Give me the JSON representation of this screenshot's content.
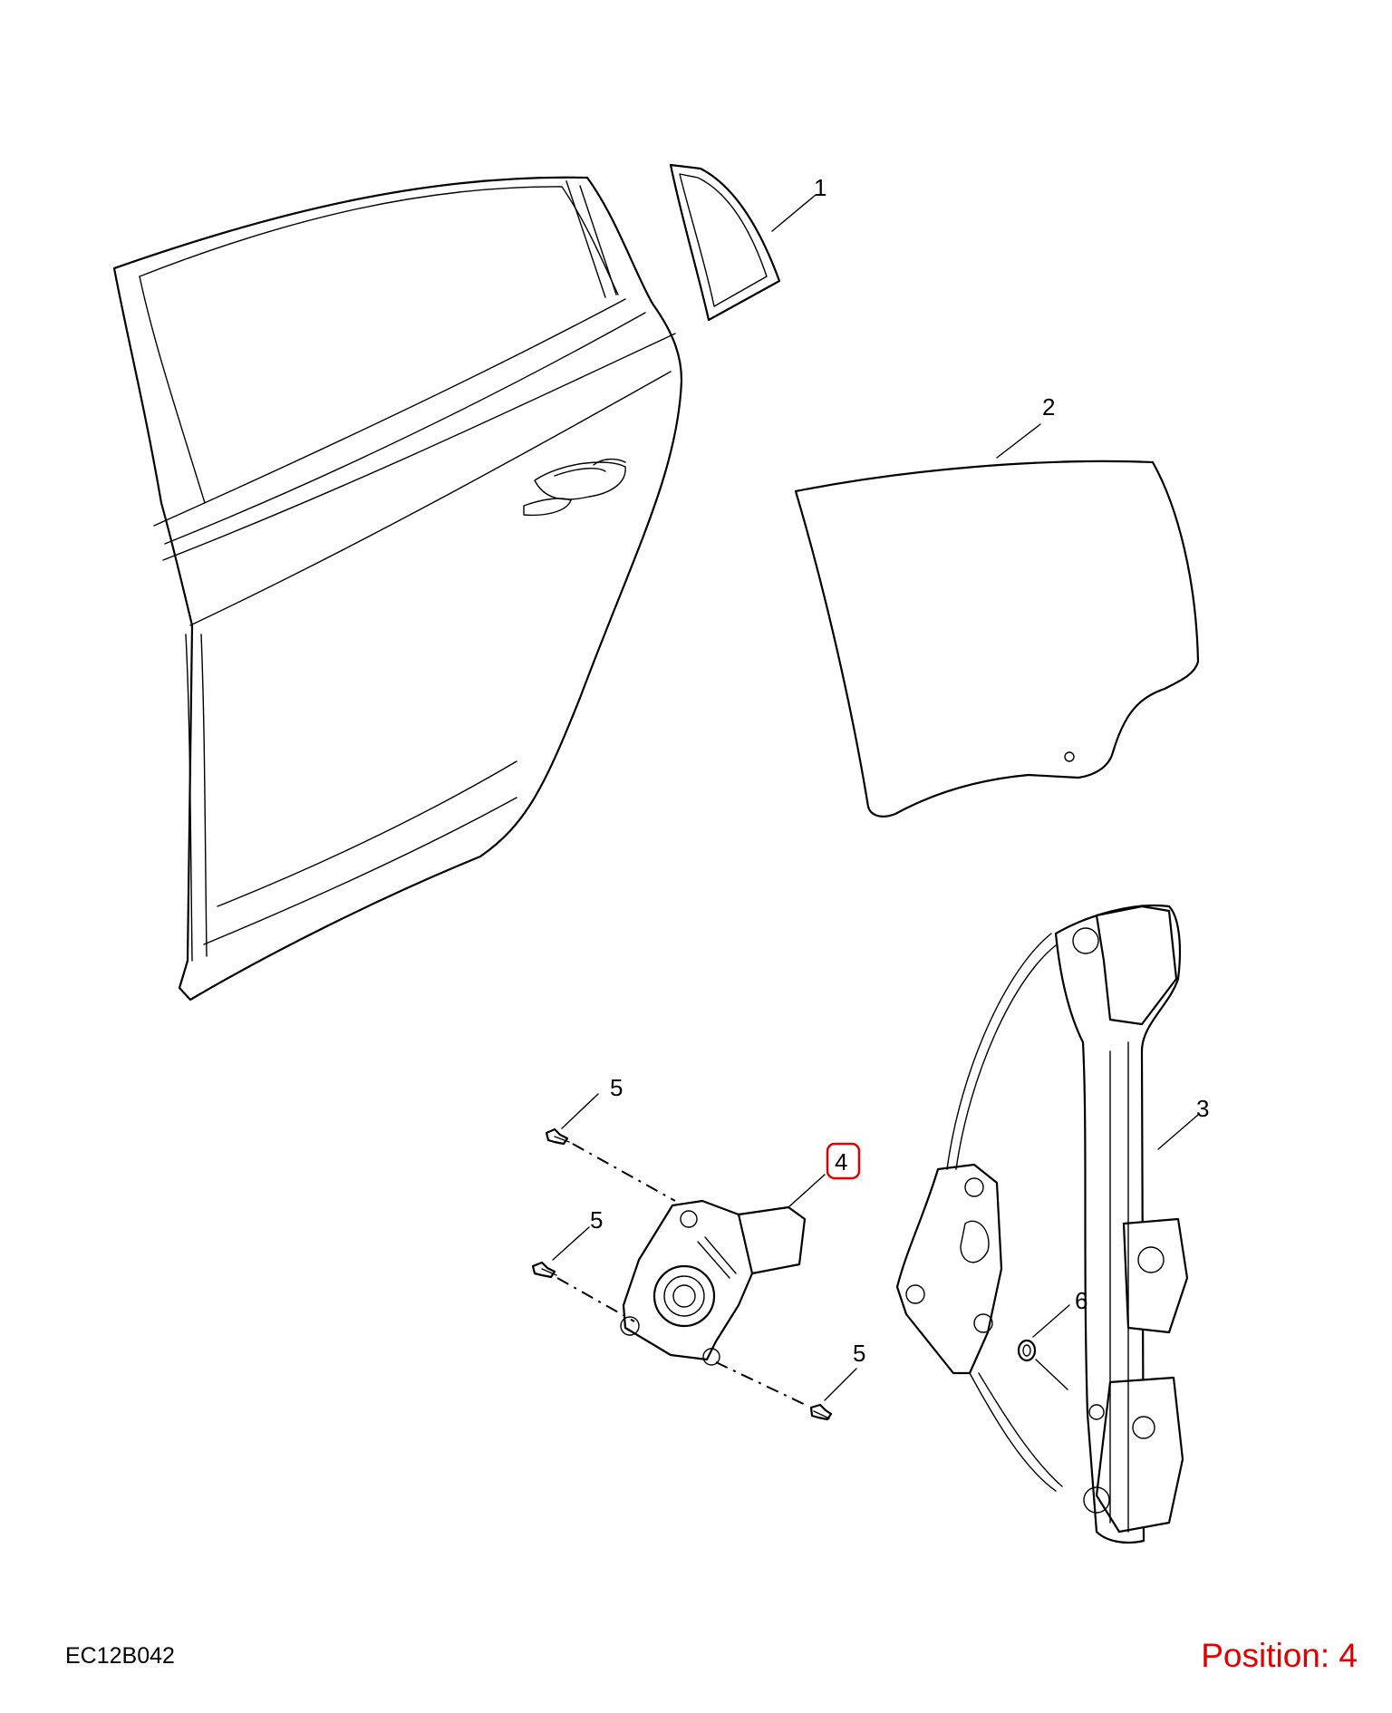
{
  "diagram": {
    "code": "EC12B042",
    "position_label": "Position: 4",
    "highlight_color": "#e00000",
    "callouts": {
      "c1": "1",
      "c2": "2",
      "c3": "3",
      "c4": "4",
      "c5a": "5",
      "c5b": "5",
      "c5c": "5",
      "c6": "6"
    }
  }
}
